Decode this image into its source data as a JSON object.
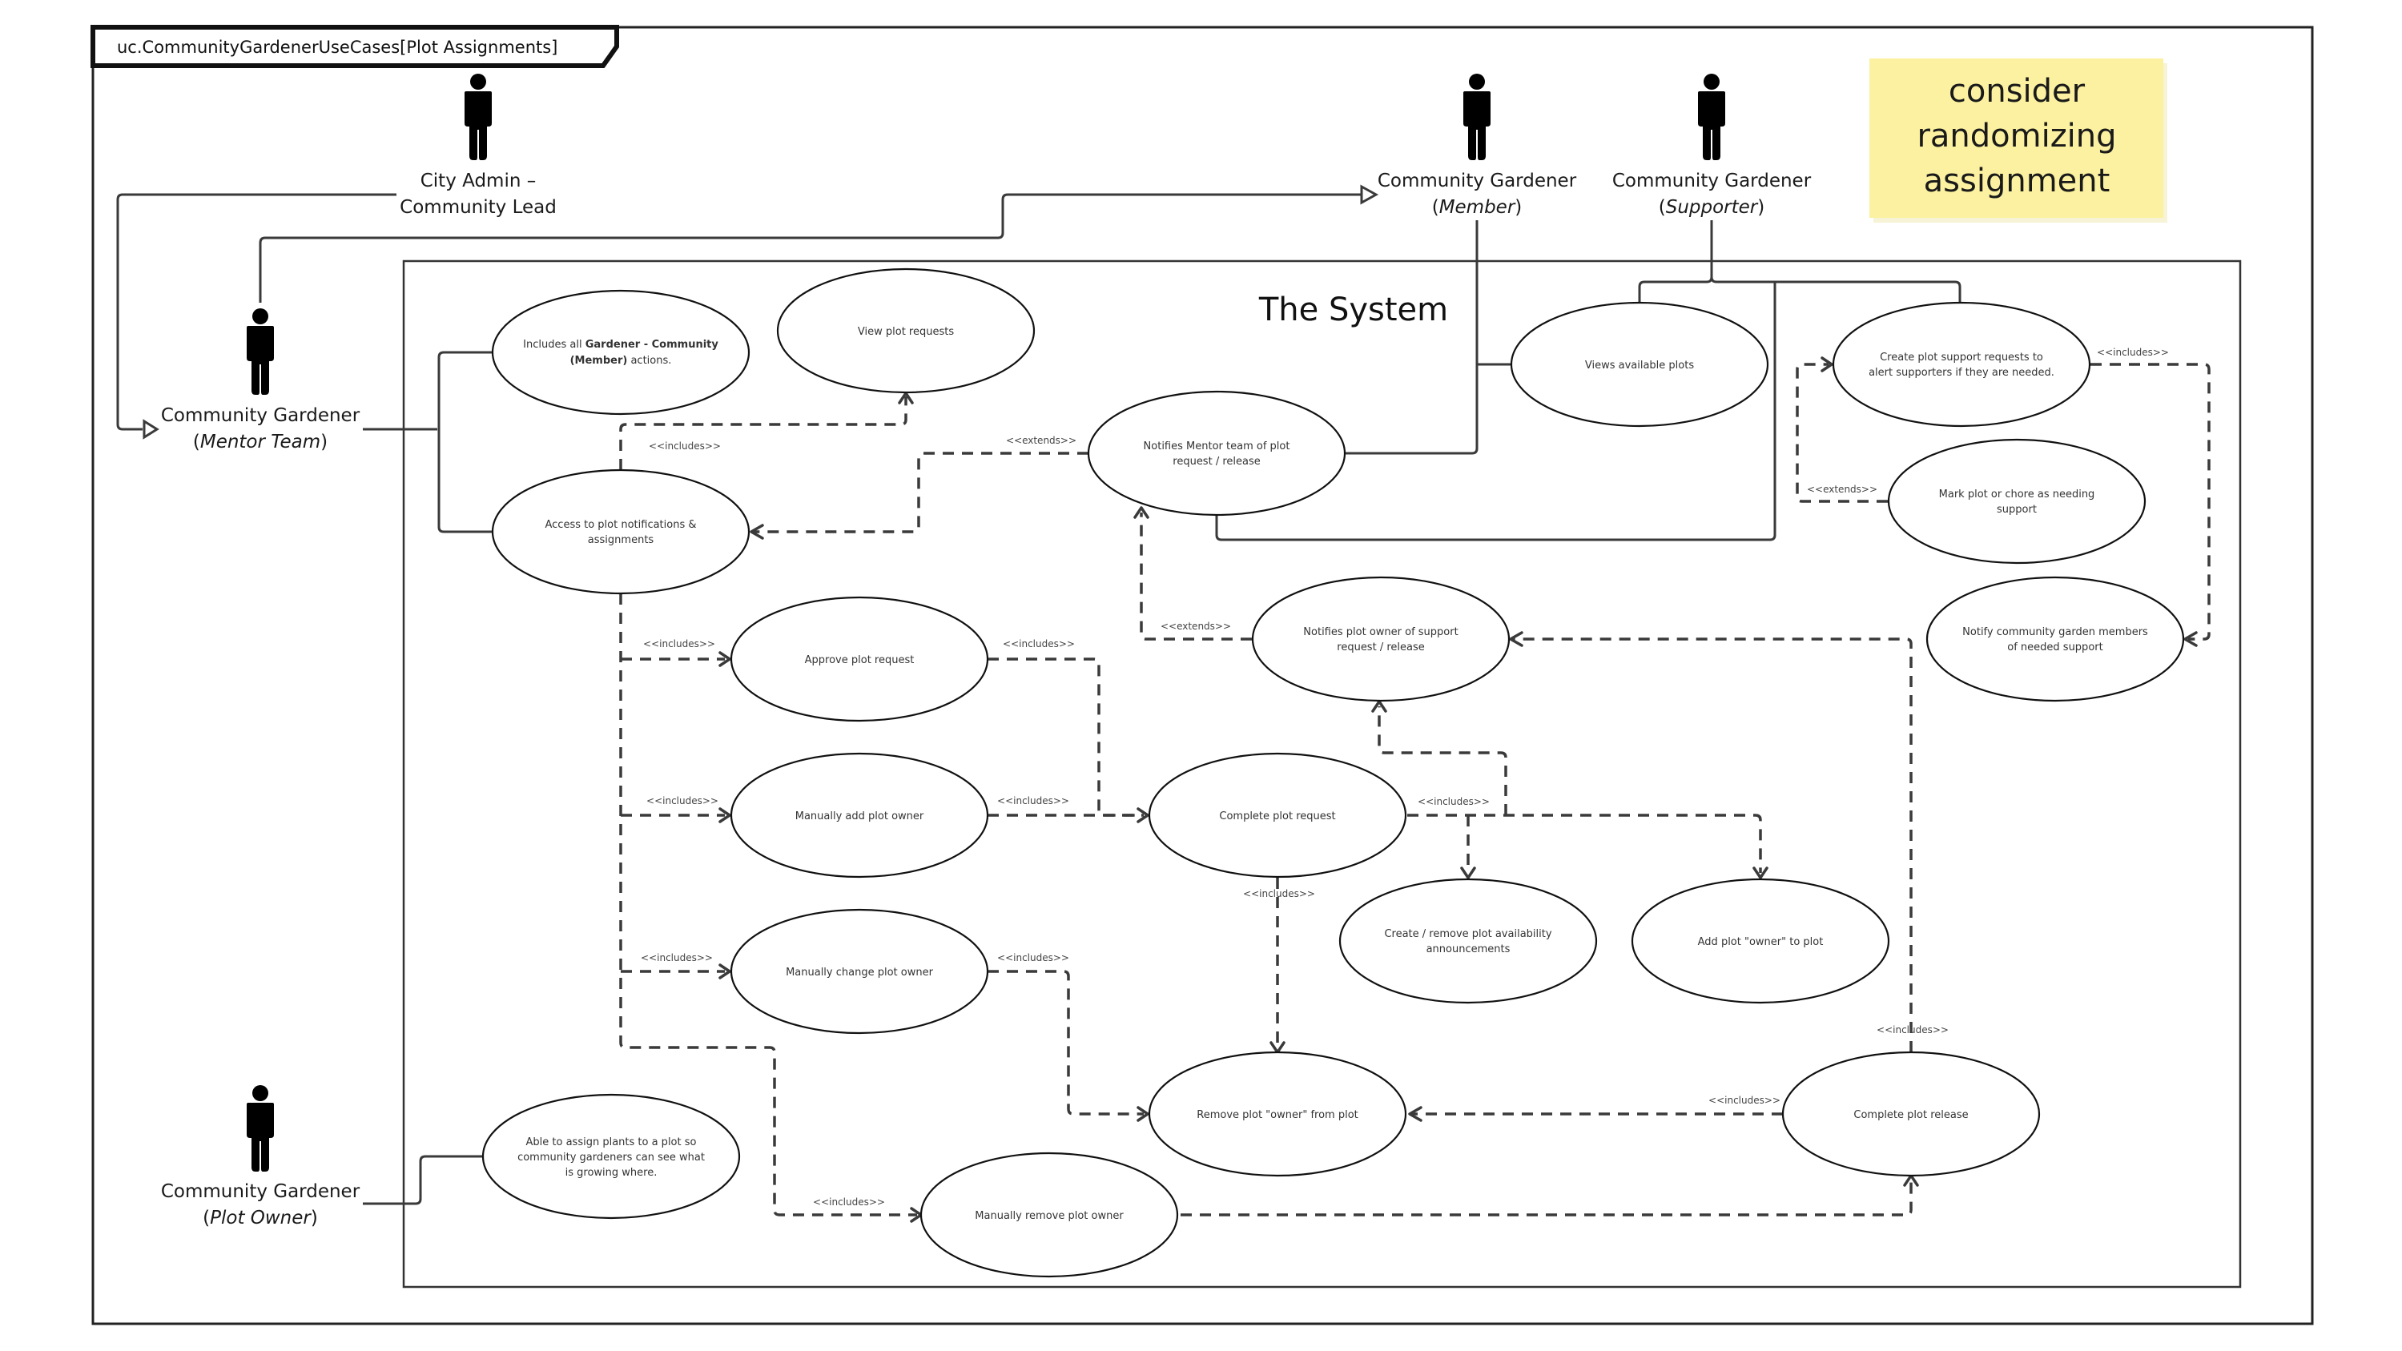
{
  "frame": {
    "title": "uc.CommunityGardenerUseCases[Plot Assignments]"
  },
  "system": {
    "title": "The System"
  },
  "note": {
    "lines": [
      "consider",
      "randomizing",
      "assignment"
    ],
    "color": "#fbf1a0"
  },
  "actors": {
    "city_admin": {
      "line1": "City Admin –",
      "line2": "Community Lead"
    },
    "member": {
      "line1": "Community Gardener",
      "role": "Member"
    },
    "supporter": {
      "line1": "Community Gardener",
      "role": "Supporter"
    },
    "mentor_team": {
      "line1": "Community Gardener",
      "role": "Mentor Team"
    },
    "plot_owner": {
      "line1": "Community Gardener",
      "role": "Plot Owner"
    }
  },
  "use_cases": {
    "includes_all": {
      "prefix": "Includes all ",
      "bold1": "Gardener - Community",
      "bold2": "(Member)",
      "suffix": " actions."
    },
    "view_requests": {
      "lines": [
        "View plot requests"
      ]
    },
    "access_notifications": {
      "lines": [
        "Access to plot notifications &",
        "assignments"
      ]
    },
    "notify_mentor": {
      "lines": [
        "Notifies Mentor team of plot",
        "request / release"
      ]
    },
    "views_available": {
      "lines": [
        "Views available plots"
      ]
    },
    "create_support": {
      "lines": [
        "Create plot support requests to",
        "alert supporters if they are needed."
      ]
    },
    "mark_plot": {
      "lines": [
        "Mark plot or chore as needing",
        "support"
      ]
    },
    "notify_community": {
      "lines": [
        "Notify community garden members",
        "of needed support"
      ]
    },
    "notify_owner": {
      "lines": [
        "Notifies plot owner of support",
        "request / release"
      ]
    },
    "approve": {
      "lines": [
        "Approve plot request"
      ]
    },
    "manual_add": {
      "lines": [
        "Manually add plot owner"
      ]
    },
    "complete_request": {
      "lines": [
        "Complete plot request"
      ]
    },
    "create_remove_ann": {
      "lines": [
        "Create / remove plot availability",
        "announcements"
      ]
    },
    "add_owner": {
      "lines": [
        "Add plot \"owner\" to plot"
      ]
    },
    "manual_change": {
      "lines": [
        "Manually change plot owner"
      ]
    },
    "remove_owner": {
      "lines": [
        "Remove plot \"owner\" from plot"
      ]
    },
    "complete_release": {
      "lines": [
        "Complete plot release"
      ]
    },
    "assign_plants": {
      "lines": [
        "Able to assign plants to a plot so",
        "community gardeners can see what",
        "is growing where."
      ]
    },
    "manual_remove": {
      "lines": [
        "Manually remove plot owner"
      ]
    }
  },
  "stereotypes": {
    "includes": "<<includes>>",
    "extends": "<<extends>>"
  }
}
